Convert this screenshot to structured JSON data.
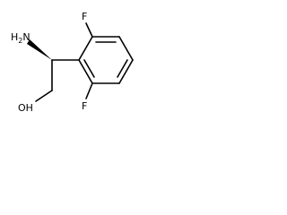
{
  "molecule": {
    "atoms": {
      "amine": "H2N",
      "hydroxyl": "OH",
      "fluorine_top": "F",
      "fluorine_bottom": "F"
    }
  }
}
